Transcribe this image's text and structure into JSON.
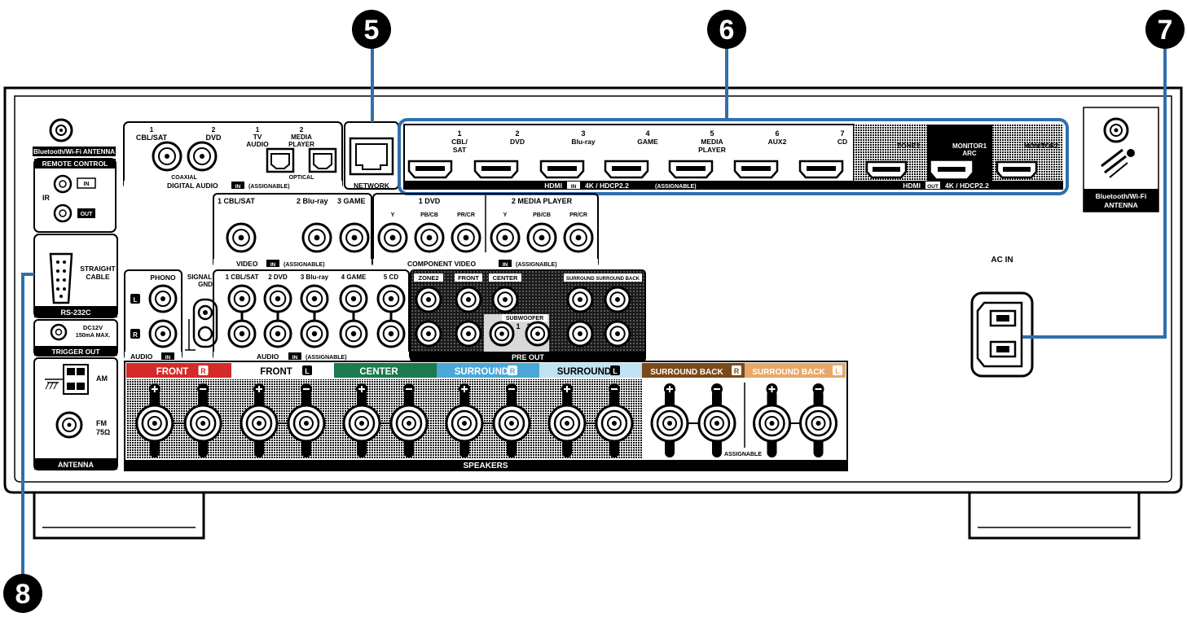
{
  "callouts": {
    "c5": "5",
    "c6": "6",
    "c7": "7",
    "c8": "8"
  },
  "colors": {
    "callout_line": "#2f6fad",
    "front_r": "#d42a2a",
    "center": "#1b7a4e",
    "surround_r": "#4aa8d8",
    "surround_l": "#bfe3f3",
    "sback_r": "#7a4a1a",
    "sback_l": "#e8a86a"
  },
  "left": {
    "bt_top": "Bluetooth/Wi-Fi ANTENNA",
    "remote_title": "REMOTE CONTROL",
    "ir": "IR",
    "in": "IN",
    "out": "OUT",
    "straight": "STRAIGHT",
    "cable": "CABLE",
    "rs232c": "RS-232C",
    "dc12v": "DC12V",
    "ma150": "150mA MAX.",
    "trigger": "TRIGGER OUT",
    "am": "AM",
    "fm": "FM",
    "fm75": "75Ω",
    "antenna": "ANTENNA"
  },
  "digital_audio": {
    "c1n": "1",
    "c1": "CBL/SAT",
    "c2n": "2",
    "c2": "DVD",
    "o1n": "1",
    "o1a": "TV",
    "o1b": "AUDIO",
    "o2n": "2",
    "o2a": "MEDIA",
    "o2b": "PLAYER",
    "coaxial": "COAXIAL",
    "optical": "OPTICAL",
    "title": "DIGITAL AUDIO",
    "in": "IN",
    "assignable": "(ASSIGNABLE)"
  },
  "network": "NETWORK",
  "hdmi_in": {
    "inputs": [
      {
        "n": "1",
        "a": "CBL/",
        "b": "SAT"
      },
      {
        "n": "2",
        "a": "DVD",
        "b": ""
      },
      {
        "n": "3",
        "a": "Blu-ray",
        "b": ""
      },
      {
        "n": "4",
        "a": "GAME",
        "b": ""
      },
      {
        "n": "5",
        "a": "MEDIA",
        "b": "PLAYER"
      },
      {
        "n": "6",
        "a": "AUX2",
        "b": ""
      },
      {
        "n": "7",
        "a": "CD",
        "b": ""
      }
    ],
    "hdmi": "HDMI",
    "in": "IN",
    "spec": "4K / HDCP2.2",
    "assignable": "(ASSIGNABLE)"
  },
  "hdmi_out": {
    "zone2": "ZONE2",
    "monitor1": "MONITOR1",
    "arc": "ARC",
    "monitor2": "MONITOR2",
    "hdmi": "HDMI",
    "out": "OUT",
    "spec": "4K / HDCP2.2"
  },
  "bt_right": {
    "line1": "Bluetooth/Wi-Fi",
    "line2": "ANTENNA"
  },
  "ac_in": "AC IN",
  "video": {
    "l1": "1 CBL/SAT",
    "l2": "2 Blu-ray",
    "l3": "3 GAME",
    "title": "VIDEO",
    "in": "IN",
    "assignable": "(ASSIGNABLE)"
  },
  "component": {
    "dvd": "1 DVD",
    "mp": "2 MEDIA PLAYER",
    "y": "Y",
    "pb": "PB/CB",
    "pr": "PR/CR",
    "title": "COMPONENT VIDEO",
    "in": "IN",
    "assignable": "(ASSIGNABLE)"
  },
  "audio_in": {
    "phono": "PHONO",
    "signal": "SIGNAL",
    "gnd": "GND",
    "l": "L",
    "r": "R",
    "audio": "AUDIO",
    "in": "IN",
    "cols": [
      "1 CBL/SAT",
      "2 DVD",
      "3 Blu-ray",
      "4 GAME",
      "5 CD"
    ],
    "title": "AUDIO",
    "assignable": "(ASSIGNABLE)"
  },
  "pre_out": {
    "zone2": "ZONE2",
    "front": "FRONT",
    "center": "CENTER",
    "surround_sb": "SURROUND SURROUND BACK",
    "subwoofer": "SUBWOOFER",
    "s1": "1",
    "s2": "2",
    "title": "PRE OUT"
  },
  "speakers": {
    "groups": [
      "FRONT",
      "FRONT",
      "CENTER",
      "SURROUND",
      "SURROUND",
      "SURROUND BACK",
      "SURROUND BACK"
    ],
    "suffix": [
      "R",
      "L",
      "",
      "R",
      "L",
      "R",
      "L"
    ],
    "assignable": "ASSIGNABLE",
    "title": "SPEAKERS"
  }
}
